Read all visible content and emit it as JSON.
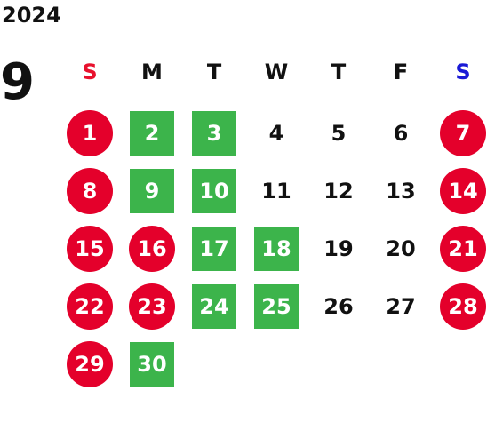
{
  "calendar": {
    "year": "2024",
    "month": "9",
    "weekdays": [
      {
        "label": "S",
        "color": "#e8112d"
      },
      {
        "label": "M",
        "color": "#111111"
      },
      {
        "label": "T",
        "color": "#111111"
      },
      {
        "label": "W",
        "color": "#111111"
      },
      {
        "label": "T",
        "color": "#111111"
      },
      {
        "label": "F",
        "color": "#111111"
      },
      {
        "label": "S",
        "color": "#1a1ad6"
      }
    ],
    "colors": {
      "holiday_red": "#e4002b",
      "highlight_green": "#3cb44b",
      "text": "#111111"
    },
    "legend_note": "",
    "weeks": [
      [
        {
          "day": "1",
          "style": "red-circle"
        },
        {
          "day": "2",
          "style": "green-square"
        },
        {
          "day": "3",
          "style": "green-square"
        },
        {
          "day": "4",
          "style": "plain"
        },
        {
          "day": "5",
          "style": "plain"
        },
        {
          "day": "6",
          "style": "plain"
        },
        {
          "day": "7",
          "style": "red-circle"
        }
      ],
      [
        {
          "day": "8",
          "style": "red-circle"
        },
        {
          "day": "9",
          "style": "green-square"
        },
        {
          "day": "10",
          "style": "green-square"
        },
        {
          "day": "11",
          "style": "plain"
        },
        {
          "day": "12",
          "style": "plain"
        },
        {
          "day": "13",
          "style": "plain"
        },
        {
          "day": "14",
          "style": "red-circle"
        }
      ],
      [
        {
          "day": "15",
          "style": "red-circle"
        },
        {
          "day": "16",
          "style": "red-circle"
        },
        {
          "day": "17",
          "style": "green-square"
        },
        {
          "day": "18",
          "style": "green-square"
        },
        {
          "day": "19",
          "style": "plain"
        },
        {
          "day": "20",
          "style": "plain"
        },
        {
          "day": "21",
          "style": "red-circle"
        }
      ],
      [
        {
          "day": "22",
          "style": "red-circle"
        },
        {
          "day": "23",
          "style": "red-circle"
        },
        {
          "day": "24",
          "style": "green-square"
        },
        {
          "day": "25",
          "style": "green-square"
        },
        {
          "day": "26",
          "style": "plain"
        },
        {
          "day": "27",
          "style": "plain"
        },
        {
          "day": "28",
          "style": "red-circle"
        }
      ],
      [
        {
          "day": "29",
          "style": "red-circle"
        },
        {
          "day": "30",
          "style": "green-square"
        }
      ]
    ]
  }
}
